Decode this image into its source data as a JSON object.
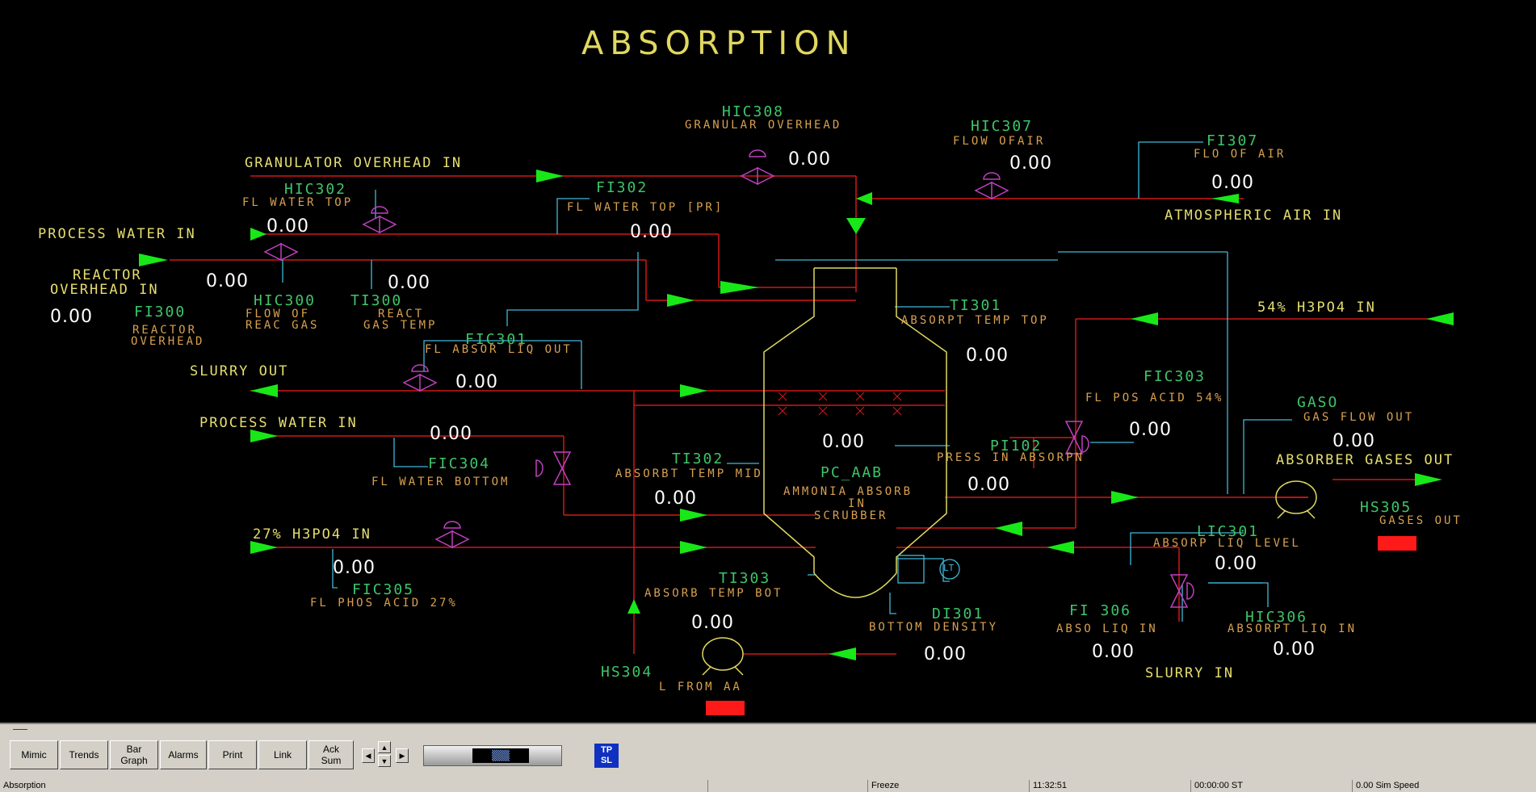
{
  "title": "ABSORPTION",
  "streams": {
    "granulator_overhead_in": "GRANULATOR OVERHEAD IN",
    "process_water_in_top": "PROCESS WATER IN",
    "reactor_overhead_in_1": "REACTOR",
    "reactor_overhead_in_2": "OVERHEAD IN",
    "slurry_out": "SLURRY OUT",
    "process_water_in_bottom": "PROCESS WATER IN",
    "h3po4_27_in": "27% H3PO4 IN",
    "atmospheric_air_in": "ATMOSPHERIC AIR IN",
    "h3po4_54_in": "54% H3PO4 IN",
    "absorber_gases_out": "ABSORBER GASES OUT",
    "slurry_in": "SLURRY IN"
  },
  "instruments": {
    "hic308": {
      "tag": "HIC308",
      "desc": "GRANULAR OVERHEAD",
      "value": "0.00"
    },
    "hic307": {
      "tag": "HIC307",
      "desc": "FLOW OFAIR",
      "value": "0.00"
    },
    "fi307": {
      "tag": "FI307",
      "desc": "FLO OF AIR",
      "value": "0.00"
    },
    "hic302": {
      "tag": "HIC302",
      "desc": "FL WATER TOP",
      "value": "0.00"
    },
    "fi302": {
      "tag": "FI302",
      "desc": "FL WATER TOP [PR]",
      "value": "0.00"
    },
    "hic300": {
      "tag": "HIC300",
      "desc1": "FLOW OF",
      "desc2": "REAC GAS",
      "value": "0.00"
    },
    "ti300": {
      "tag": "TI300",
      "desc1": "REACT",
      "desc2": "GAS TEMP",
      "value": "0.00"
    },
    "fi300": {
      "tag": "FI300",
      "desc1": "REACTOR",
      "desc2": "OVERHEAD",
      "value": "0.00"
    },
    "ti301": {
      "tag": "TI301",
      "desc": "ABSORPT TEMP TOP",
      "value": "0.00"
    },
    "fic301": {
      "tag": "FIC301",
      "desc": "FL ABSOR LIQ OUT",
      "value": "0.00"
    },
    "fic303": {
      "tag": "FIC303",
      "desc": "FL POS ACID 54%",
      "value": "0.00"
    },
    "gaso": {
      "tag": "GASO",
      "desc": "GAS FLOW OUT",
      "value": "0.00"
    },
    "pi102": {
      "tag": "PI102",
      "desc": "PRESS IN ABSORPN",
      "value": "0.00"
    },
    "fic304": {
      "tag": "FIC304",
      "desc": "FL WATER BOTTOM",
      "value": "0.00"
    },
    "ti302": {
      "tag": "TI302",
      "desc": "ABSORBT TEMP MID",
      "value": "0.00"
    },
    "pc_aab": {
      "tag": "PC_AAB",
      "desc1": "AMMONIA ABSORB",
      "desc2": "IN",
      "desc3": "SCRUBBER",
      "value": "0.00"
    },
    "hs305": {
      "tag": "HS305",
      "desc": "GASES OUT"
    },
    "fic305": {
      "tag": "FIC305",
      "desc": "FL PHOS ACID 27%",
      "value": "0.00"
    },
    "lic301": {
      "tag": "LIC301",
      "desc": "ABSORP LIQ LEVEL",
      "value": "0.00"
    },
    "ti303": {
      "tag": "TI303",
      "desc": "ABSORB TEMP BOT",
      "value": "0.00"
    },
    "di301": {
      "tag": "DI301",
      "desc": "BOTTOM DENSITY",
      "value": "0.00"
    },
    "fi306": {
      "tag": "FI 306",
      "desc": "ABSO LIQ IN",
      "value": "0.00"
    },
    "hic306": {
      "tag": "HIC306",
      "desc": "ABSORPT LIQ IN",
      "value": "0.00"
    },
    "hs304": {
      "tag": "HS304",
      "desc": "L FROM AA"
    },
    "lt_symbol": "LT"
  },
  "toolbar": {
    "mimic": "Mimic",
    "trends": "Trends",
    "bar_graph": "Bar Graph",
    "alarms": "Alarms",
    "print": "Print",
    "link": "Link",
    "ack_sum": "Ack Sum",
    "logo_tpsl": "TPSL"
  },
  "status": {
    "screen_name": "Absorption",
    "mode": "Freeze",
    "clock": "11:32:51",
    "sim_time": "00:00:00 ST",
    "sim_speed": "0.00 Sim Speed"
  },
  "colors": {
    "pipe": "#d01818",
    "arrow": "#18e818",
    "signal": "#40b8d8",
    "vessel": "#e0d860",
    "valve": "#c040c0",
    "alarm": "#ff1a1a"
  }
}
